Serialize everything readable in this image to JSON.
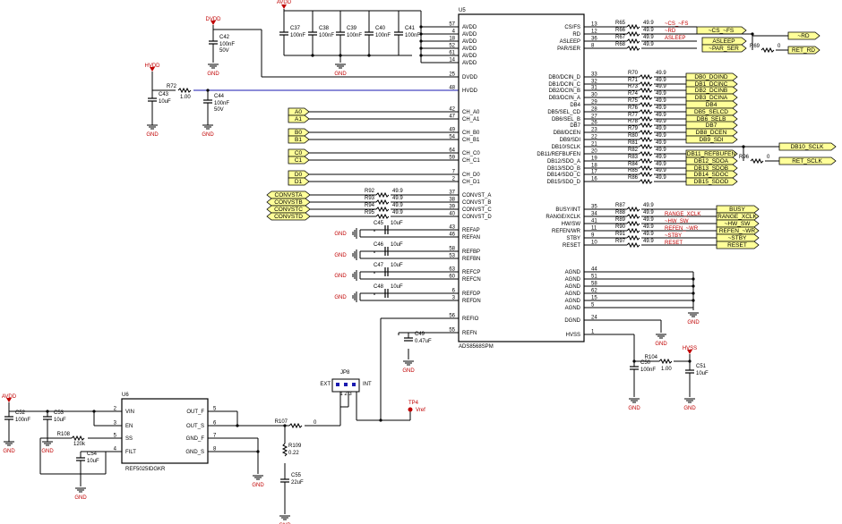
{
  "main": {
    "ic_ref": "U5",
    "ic_part": "ADS8568SPM",
    "ic_left_pins": [
      {
        "num": "57",
        "name": "AVDD"
      },
      {
        "num": "4",
        "name": "AVDD"
      },
      {
        "num": "18",
        "name": "AVDD"
      },
      {
        "num": "52",
        "name": "AVDD"
      },
      {
        "num": "61",
        "name": "AVDD"
      },
      {
        "num": "14",
        "name": "AVDD"
      },
      {
        "num": "25",
        "name": "DVDD"
      },
      {
        "num": "48",
        "name": "HVDD"
      },
      {
        "num": "42",
        "name": "CH_A0"
      },
      {
        "num": "47",
        "name": "CH_A1"
      },
      {
        "num": "49",
        "name": "CH_B0"
      },
      {
        "num": "54",
        "name": "CH_B1"
      },
      {
        "num": "64",
        "name": "CH_C0"
      },
      {
        "num": "59",
        "name": "CH_C1"
      },
      {
        "num": "7",
        "name": "CH_D0"
      },
      {
        "num": "2",
        "name": "CH_D1"
      },
      {
        "num": "37",
        "name": "CONVST_A"
      },
      {
        "num": "38",
        "name": "CONVST_B"
      },
      {
        "num": "39",
        "name": "CONVST_C"
      },
      {
        "num": "40",
        "name": "CONVST_D"
      },
      {
        "num": "43",
        "name": "REFAP"
      },
      {
        "num": "46",
        "name": "REFAN"
      },
      {
        "num": "58",
        "name": "REFBP"
      },
      {
        "num": "53",
        "name": "REFBN"
      },
      {
        "num": "63",
        "name": "REFCP"
      },
      {
        "num": "60",
        "name": "REFCN"
      },
      {
        "num": "6",
        "name": "REFDP"
      },
      {
        "num": "3",
        "name": "REFDN"
      },
      {
        "num": "56",
        "name": "REFIO"
      },
      {
        "num": "55",
        "name": "REFN"
      }
    ],
    "ic_right_pins": [
      {
        "num": "13",
        "name": "CS/FS"
      },
      {
        "num": "12",
        "name": "RD"
      },
      {
        "num": "36",
        "name": "ASLEEP"
      },
      {
        "num": "8",
        "name": "PAR/SER"
      },
      {
        "num": "33",
        "name": "DB0/DCIN_D"
      },
      {
        "num": "32",
        "name": "DB1/DCIN_C"
      },
      {
        "num": "31",
        "name": "DB2/DCIN_B"
      },
      {
        "num": "30",
        "name": "DB3/DCIN_A"
      },
      {
        "num": "29",
        "name": "DB4"
      },
      {
        "num": "28",
        "name": "DB5/SEL_CD"
      },
      {
        "num": "27",
        "name": "DB6/SEL_B"
      },
      {
        "num": "26",
        "name": "DB7"
      },
      {
        "num": "23",
        "name": "DB8/DCEN"
      },
      {
        "num": "22",
        "name": "DB9/SDI"
      },
      {
        "num": "21",
        "name": "DB10/SCLK"
      },
      {
        "num": "20",
        "name": "DB11/REFBUFEN"
      },
      {
        "num": "19",
        "name": "DB12/SDO_A"
      },
      {
        "num": "18",
        "name": "DB13/SDO_B"
      },
      {
        "num": "17",
        "name": "DB14/SDO_C"
      },
      {
        "num": "16",
        "name": "DB15/SDO_D"
      },
      {
        "num": "35",
        "name": "BUSY/INT"
      },
      {
        "num": "34",
        "name": "RANGE/XCLK"
      },
      {
        "num": "41",
        "name": "HW/SW"
      },
      {
        "num": "11",
        "name": "REFEN/WR"
      },
      {
        "num": "9",
        "name": "STBY"
      },
      {
        "num": "10",
        "name": "RESET"
      },
      {
        "num": "44",
        "name": "AGND"
      },
      {
        "num": "51",
        "name": "AGND"
      },
      {
        "num": "58",
        "name": "AGND"
      },
      {
        "num": "62",
        "name": "AGND"
      },
      {
        "num": "15",
        "name": "AGND"
      },
      {
        "num": "5",
        "name": "AGND"
      },
      {
        "num": "24",
        "name": "DGND"
      },
      {
        "num": "1",
        "name": "HVSS"
      }
    ],
    "net_labels": {
      "avdd": "AVDD",
      "dvdd": "DVDD",
      "hvdd": "HVDD",
      "hvss": "HVSS",
      "gnd": "GND",
      "vref": "Vref",
      "avdd2": "AVDD"
    },
    "top_caps": [
      {
        "ref": "C37",
        "val": "100nF"
      },
      {
        "ref": "C38",
        "val": "100nF"
      },
      {
        "ref": "C39",
        "val": "100nF"
      },
      {
        "ref": "C40",
        "val": "100nF"
      },
      {
        "ref": "C41",
        "val": "100nF"
      }
    ],
    "misc_parts": {
      "c42_ref": "C42",
      "c42_val": "100nF",
      "c42_v": "50V",
      "c43_ref": "C43",
      "c43_val": "10uF",
      "r72_ref": "R72",
      "r72_val": "1.00",
      "c44_ref": "C44",
      "c44_val": "100nF",
      "c44_v": "50V",
      "c49_ref": "C49",
      "c49_val": "0.47uF",
      "c50_ref": "C50",
      "c50_val": "100nF",
      "r104_ref": "R104",
      "r104_val": "1.00",
      "c51_ref": "C51",
      "c51_val": "10uF",
      "tp4_ref": "TP4",
      "ref_caps": [
        {
          "ref": "C45",
          "val": "10uF"
        },
        {
          "ref": "C46",
          "val": "10uF"
        },
        {
          "ref": "C47",
          "val": "10uF"
        },
        {
          "ref": "C48",
          "val": "10uF"
        }
      ]
    },
    "input_flags": [
      "A0",
      "A1",
      "B0",
      "B1",
      "C0",
      "C1",
      "D0",
      "D1"
    ],
    "convst_flags": [
      "CONVSTA",
      "CONVSTB",
      "CONVSTC",
      "CONVSTD"
    ],
    "convst_res": [
      {
        "ref": "R92",
        "val": "49.9"
      },
      {
        "ref": "R93",
        "val": "49.9"
      },
      {
        "ref": "R94",
        "val": "49.9"
      },
      {
        "ref": "R95",
        "val": "49.9"
      }
    ],
    "ctrl_top": [
      {
        "ref": "R65",
        "val": "49.9",
        "net": "~CS_~FS",
        "flag": "~CS_~FS"
      },
      {
        "ref": "R66",
        "val": "49.9",
        "net": "~RD",
        "flag": "~RD"
      },
      {
        "ref": "R67",
        "val": "49.9",
        "net": "ASLEEP",
        "flag": "ASLEEP"
      },
      {
        "ref": "R68",
        "val": "49.9",
        "net": "~PAR_SER",
        "flag": "~PAR_SER"
      }
    ],
    "r69": {
      "ref": "R69",
      "val": "0",
      "flag_top": "~RD",
      "flag_bot": "RET_RD"
    },
    "db_res": [
      {
        "ref": "R70",
        "val": "49.9",
        "flag": "DB0_DOIND"
      },
      {
        "ref": "R71",
        "val": "49.9",
        "flag": "DB1_DCINC"
      },
      {
        "ref": "R73",
        "val": "49.9",
        "flag": "DB2_DCINB"
      },
      {
        "ref": "R74",
        "val": "49.9",
        "flag": "DB3_DCINA"
      },
      {
        "ref": "R75",
        "val": "49.9",
        "flag": "DB4"
      },
      {
        "ref": "R76",
        "val": "49.9",
        "flag": "DB5_SELCD"
      },
      {
        "ref": "R77",
        "val": "49.9",
        "flag": "DB6_SELB"
      },
      {
        "ref": "R78",
        "val": "49.9",
        "flag": "DB7"
      },
      {
        "ref": "R79",
        "val": "49.9",
        "flag": "DB8_DCEN"
      },
      {
        "ref": "R80",
        "val": "49.9",
        "flag": "DB9_SDI"
      },
      {
        "ref": "R81",
        "val": "49.9",
        "flag": "DB10_SCLK"
      },
      {
        "ref": "R82",
        "val": "49.9",
        "flag": "DB11_REFBUFEN"
      },
      {
        "ref": "R83",
        "val": "49.9",
        "flag": "DB12_SDOA"
      },
      {
        "ref": "R84",
        "val": "49.9",
        "flag": "DB13_SDOB"
      },
      {
        "ref": "R85",
        "val": "49.9",
        "flag": "DB14_SDOC"
      },
      {
        "ref": "R86",
        "val": "49.9",
        "flag": "DB15_SDOD"
      }
    ],
    "r96": {
      "ref": "R96",
      "val": "0",
      "flag": "RET_SCLK"
    },
    "ctrl_bot": [
      {
        "ref": "R87",
        "val": "49.9",
        "net": "",
        "flag": "BUSY"
      },
      {
        "ref": "R88",
        "val": "49.9",
        "net": "RANGE_XCLK",
        "flag": "RANGE_XCLK"
      },
      {
        "ref": "R89",
        "val": "49.9",
        "net": "~HW_SW",
        "flag": "~HW_SW"
      },
      {
        "ref": "R90",
        "val": "49.9",
        "net": "REFEN_~WR",
        "flag": "REFEN_~WR"
      },
      {
        "ref": "R91",
        "val": "49.9",
        "net": "~STBY",
        "flag": "~STBY"
      },
      {
        "ref": "R97",
        "val": "49.9",
        "net": "RESET",
        "flag": "RESET"
      }
    ]
  },
  "reference": {
    "ic_ref": "U6",
    "ic_part": "REF5025IDGKR",
    "left_pins": [
      {
        "num": "2",
        "name": "VIN"
      },
      {
        "num": "3",
        "name": "EN"
      },
      {
        "num": "5",
        "name": "SS"
      },
      {
        "num": "4",
        "name": "FILT"
      }
    ],
    "right_pins": [
      {
        "num": "5",
        "name": "OUT_F"
      },
      {
        "num": "6",
        "name": "OUT_S"
      },
      {
        "num": "7",
        "name": "GND_F"
      },
      {
        "num": "8",
        "name": "GND_S"
      }
    ],
    "c52_ref": "C52",
    "c52_val": "100nF",
    "c53_ref": "C53",
    "c53_val": "10uF",
    "r108_ref": "R108",
    "r108_val": "120k",
    "c54_ref": "C54",
    "c54_val": "10uF",
    "r107_ref": "R107",
    "r107_val": "0",
    "r109_ref": "R109",
    "r109_val": "0.22",
    "c55_ref": "C55",
    "c55_val": "22uF",
    "jp_ref": "JP8",
    "jp_ext": "EXT",
    "jp_int": "INT",
    "jp_pins": "1 2 3"
  }
}
